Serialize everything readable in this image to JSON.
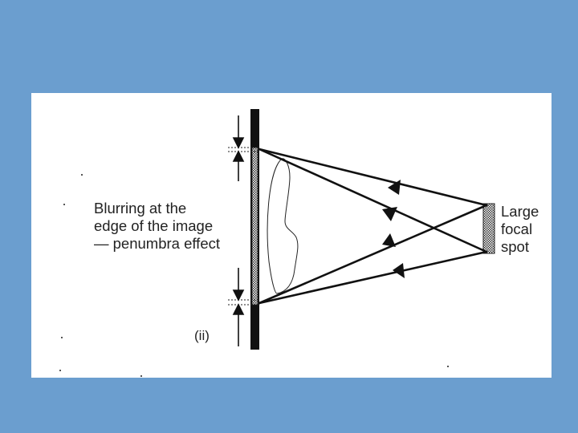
{
  "labels": {
    "blurring": [
      "Blurring at the",
      "edge of the image",
      "— penumbra effect"
    ],
    "focal_spot": [
      "Large",
      "focal",
      "spot"
    ],
    "panel_id": "(ii)"
  },
  "colors": {
    "background": "#6b9ecf",
    "panel": "#ffffff",
    "ink": "#111111"
  }
}
